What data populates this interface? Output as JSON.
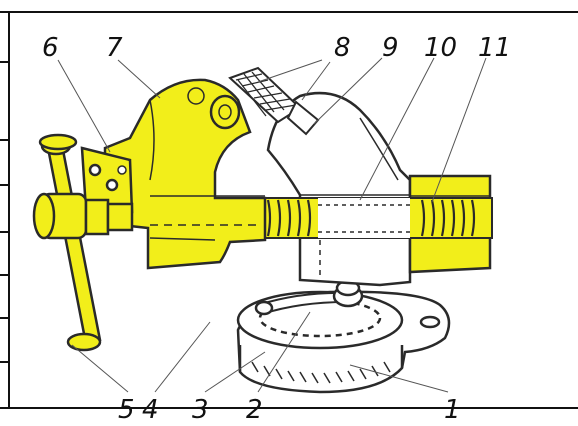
{
  "diagram": {
    "callouts": {
      "c1": "1",
      "c2": "2",
      "c3": "3",
      "c4": "4",
      "c5": "5",
      "c6": "6",
      "c7": "7",
      "c8": "8",
      "c9": "9",
      "c10": "10",
      "c11": "11"
    }
  },
  "colors": {
    "body_fill": "#f2ee1a",
    "outline": "#2a2a2a",
    "background": "#ffffff"
  }
}
